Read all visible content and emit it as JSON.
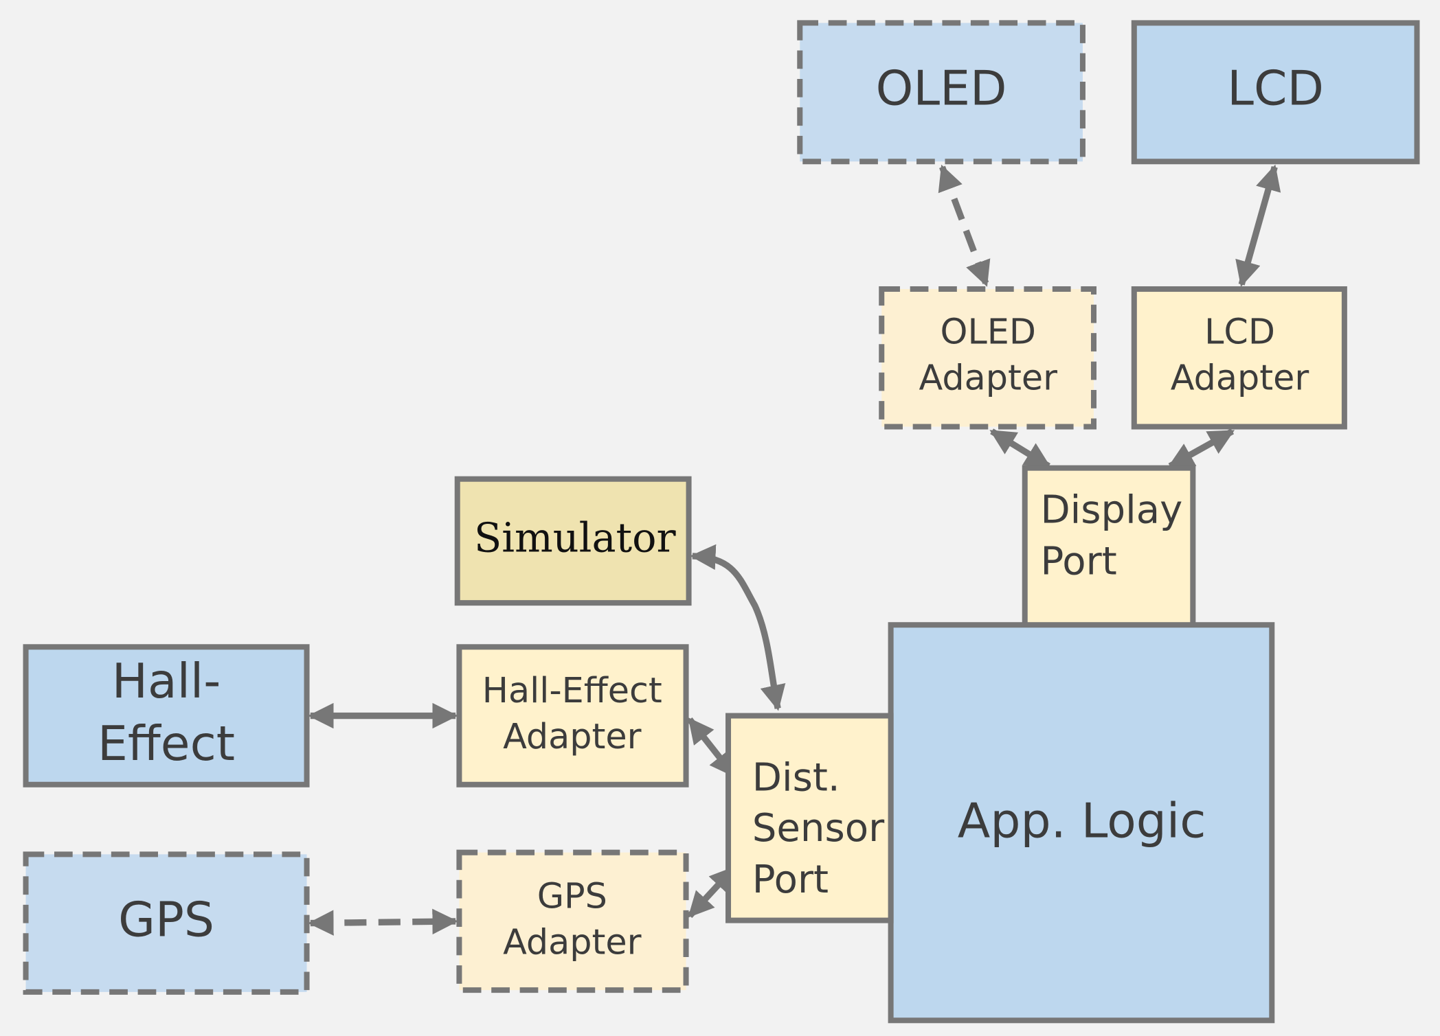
{
  "diagram": {
    "colors": {
      "background": "#f2f2f2",
      "device_blue": "#bdd7ee",
      "device_blue_optional": "#c6dbef",
      "adapter_yellow": "#fff2cc",
      "adapter_yellow_optional": "#fdf0d2",
      "simulator": "#efe3b0",
      "border": "#777777"
    },
    "nodes": {
      "oled": {
        "label": "OLED",
        "style": "dashed"
      },
      "lcd": {
        "label": "LCD",
        "style": "solid"
      },
      "oled_adapter": {
        "line1": "OLED",
        "line2": "Adapter",
        "style": "dashed"
      },
      "lcd_adapter": {
        "line1": "LCD",
        "line2": "Adapter",
        "style": "solid"
      },
      "display_port": {
        "line1": "Display",
        "line2": "Port",
        "style": "solid"
      },
      "simulator": {
        "label": "Simulator",
        "style": "solid"
      },
      "hall_effect": {
        "line1": "Hall-",
        "line2": "Effect",
        "style": "solid"
      },
      "hall_effect_adapter": {
        "line1": "Hall-Effect",
        "line2": "Adapter",
        "style": "solid"
      },
      "dist_sensor_port": {
        "line1": "Dist.",
        "line2": "Sensor",
        "line3": "Port",
        "style": "solid"
      },
      "app_logic": {
        "label": "App. Logic",
        "style": "solid"
      },
      "gps": {
        "label": "GPS",
        "style": "dashed"
      },
      "gps_adapter": {
        "line1": "GPS",
        "line2": "Adapter",
        "style": "dashed"
      }
    },
    "connections": [
      {
        "from": "oled",
        "to": "oled_adapter",
        "style": "dashed",
        "direction": "bidirectional"
      },
      {
        "from": "lcd",
        "to": "lcd_adapter",
        "style": "solid",
        "direction": "bidirectional"
      },
      {
        "from": "oled_adapter",
        "to": "display_port",
        "style": "solid",
        "direction": "bidirectional"
      },
      {
        "from": "lcd_adapter",
        "to": "display_port",
        "style": "solid",
        "direction": "bidirectional"
      },
      {
        "from": "simulator",
        "to": "dist_sensor_port",
        "style": "solid",
        "direction": "bidirectional"
      },
      {
        "from": "hall_effect",
        "to": "hall_effect_adapter",
        "style": "solid",
        "direction": "bidirectional"
      },
      {
        "from": "hall_effect_adapter",
        "to": "dist_sensor_port",
        "style": "solid",
        "direction": "bidirectional"
      },
      {
        "from": "gps",
        "to": "gps_adapter",
        "style": "dashed",
        "direction": "bidirectional"
      },
      {
        "from": "gps_adapter",
        "to": "dist_sensor_port",
        "style": "solid",
        "direction": "bidirectional"
      }
    ]
  }
}
